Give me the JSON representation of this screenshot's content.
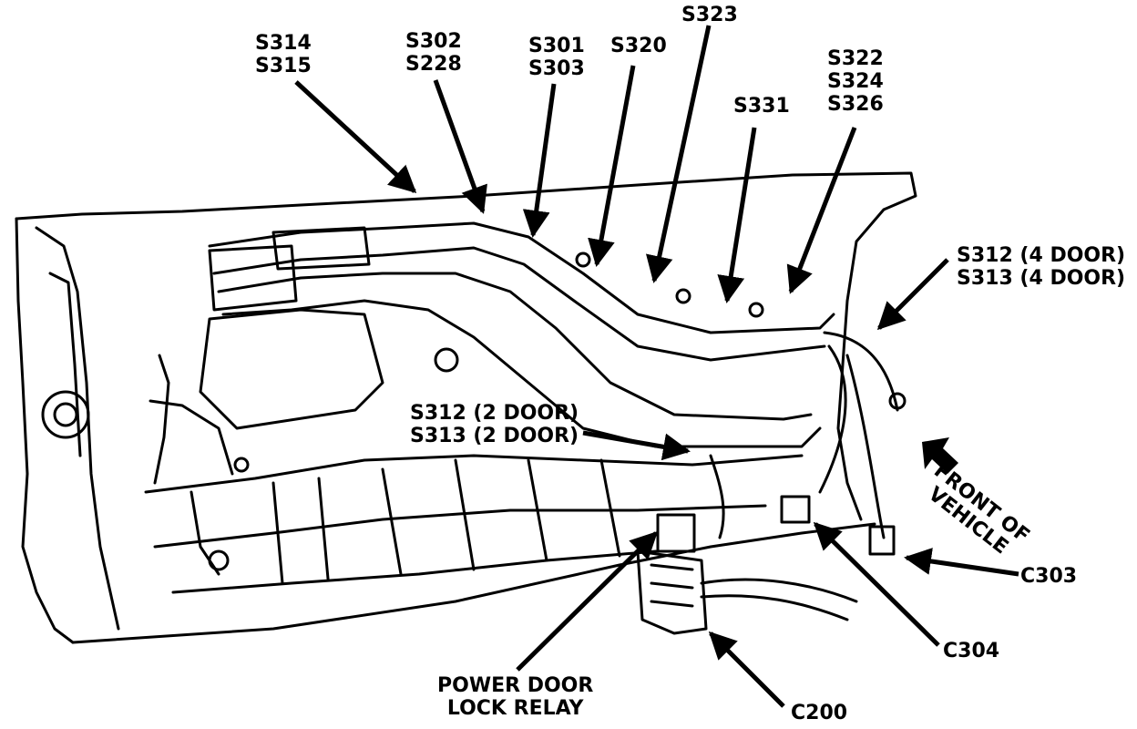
{
  "labels": {
    "s314_s315": [
      "S314",
      "S315"
    ],
    "s302_s228": [
      "S302",
      "S228"
    ],
    "s301_s303": [
      "S301",
      "S303"
    ],
    "s320": "S320",
    "s323": "S323",
    "s331": "S331",
    "s322_s324_s326": [
      "S322",
      "S324",
      "S326"
    ],
    "s312_s313_4door": [
      "S312 (4 DOOR)",
      "S313 (4 DOOR)"
    ],
    "s312_s313_2door": [
      "S312 (2 DOOR)",
      "S313 (2 DOOR)"
    ],
    "front_of_vehicle": [
      "FRONT OF",
      "VEHICLE"
    ],
    "c303": "C303",
    "c304": "C304",
    "c200": "C200",
    "power_door_lock_relay": [
      "POWER DOOR",
      "LOCK RELAY"
    ]
  },
  "colors": {
    "ink": "#000000",
    "paper": "#ffffff"
  }
}
